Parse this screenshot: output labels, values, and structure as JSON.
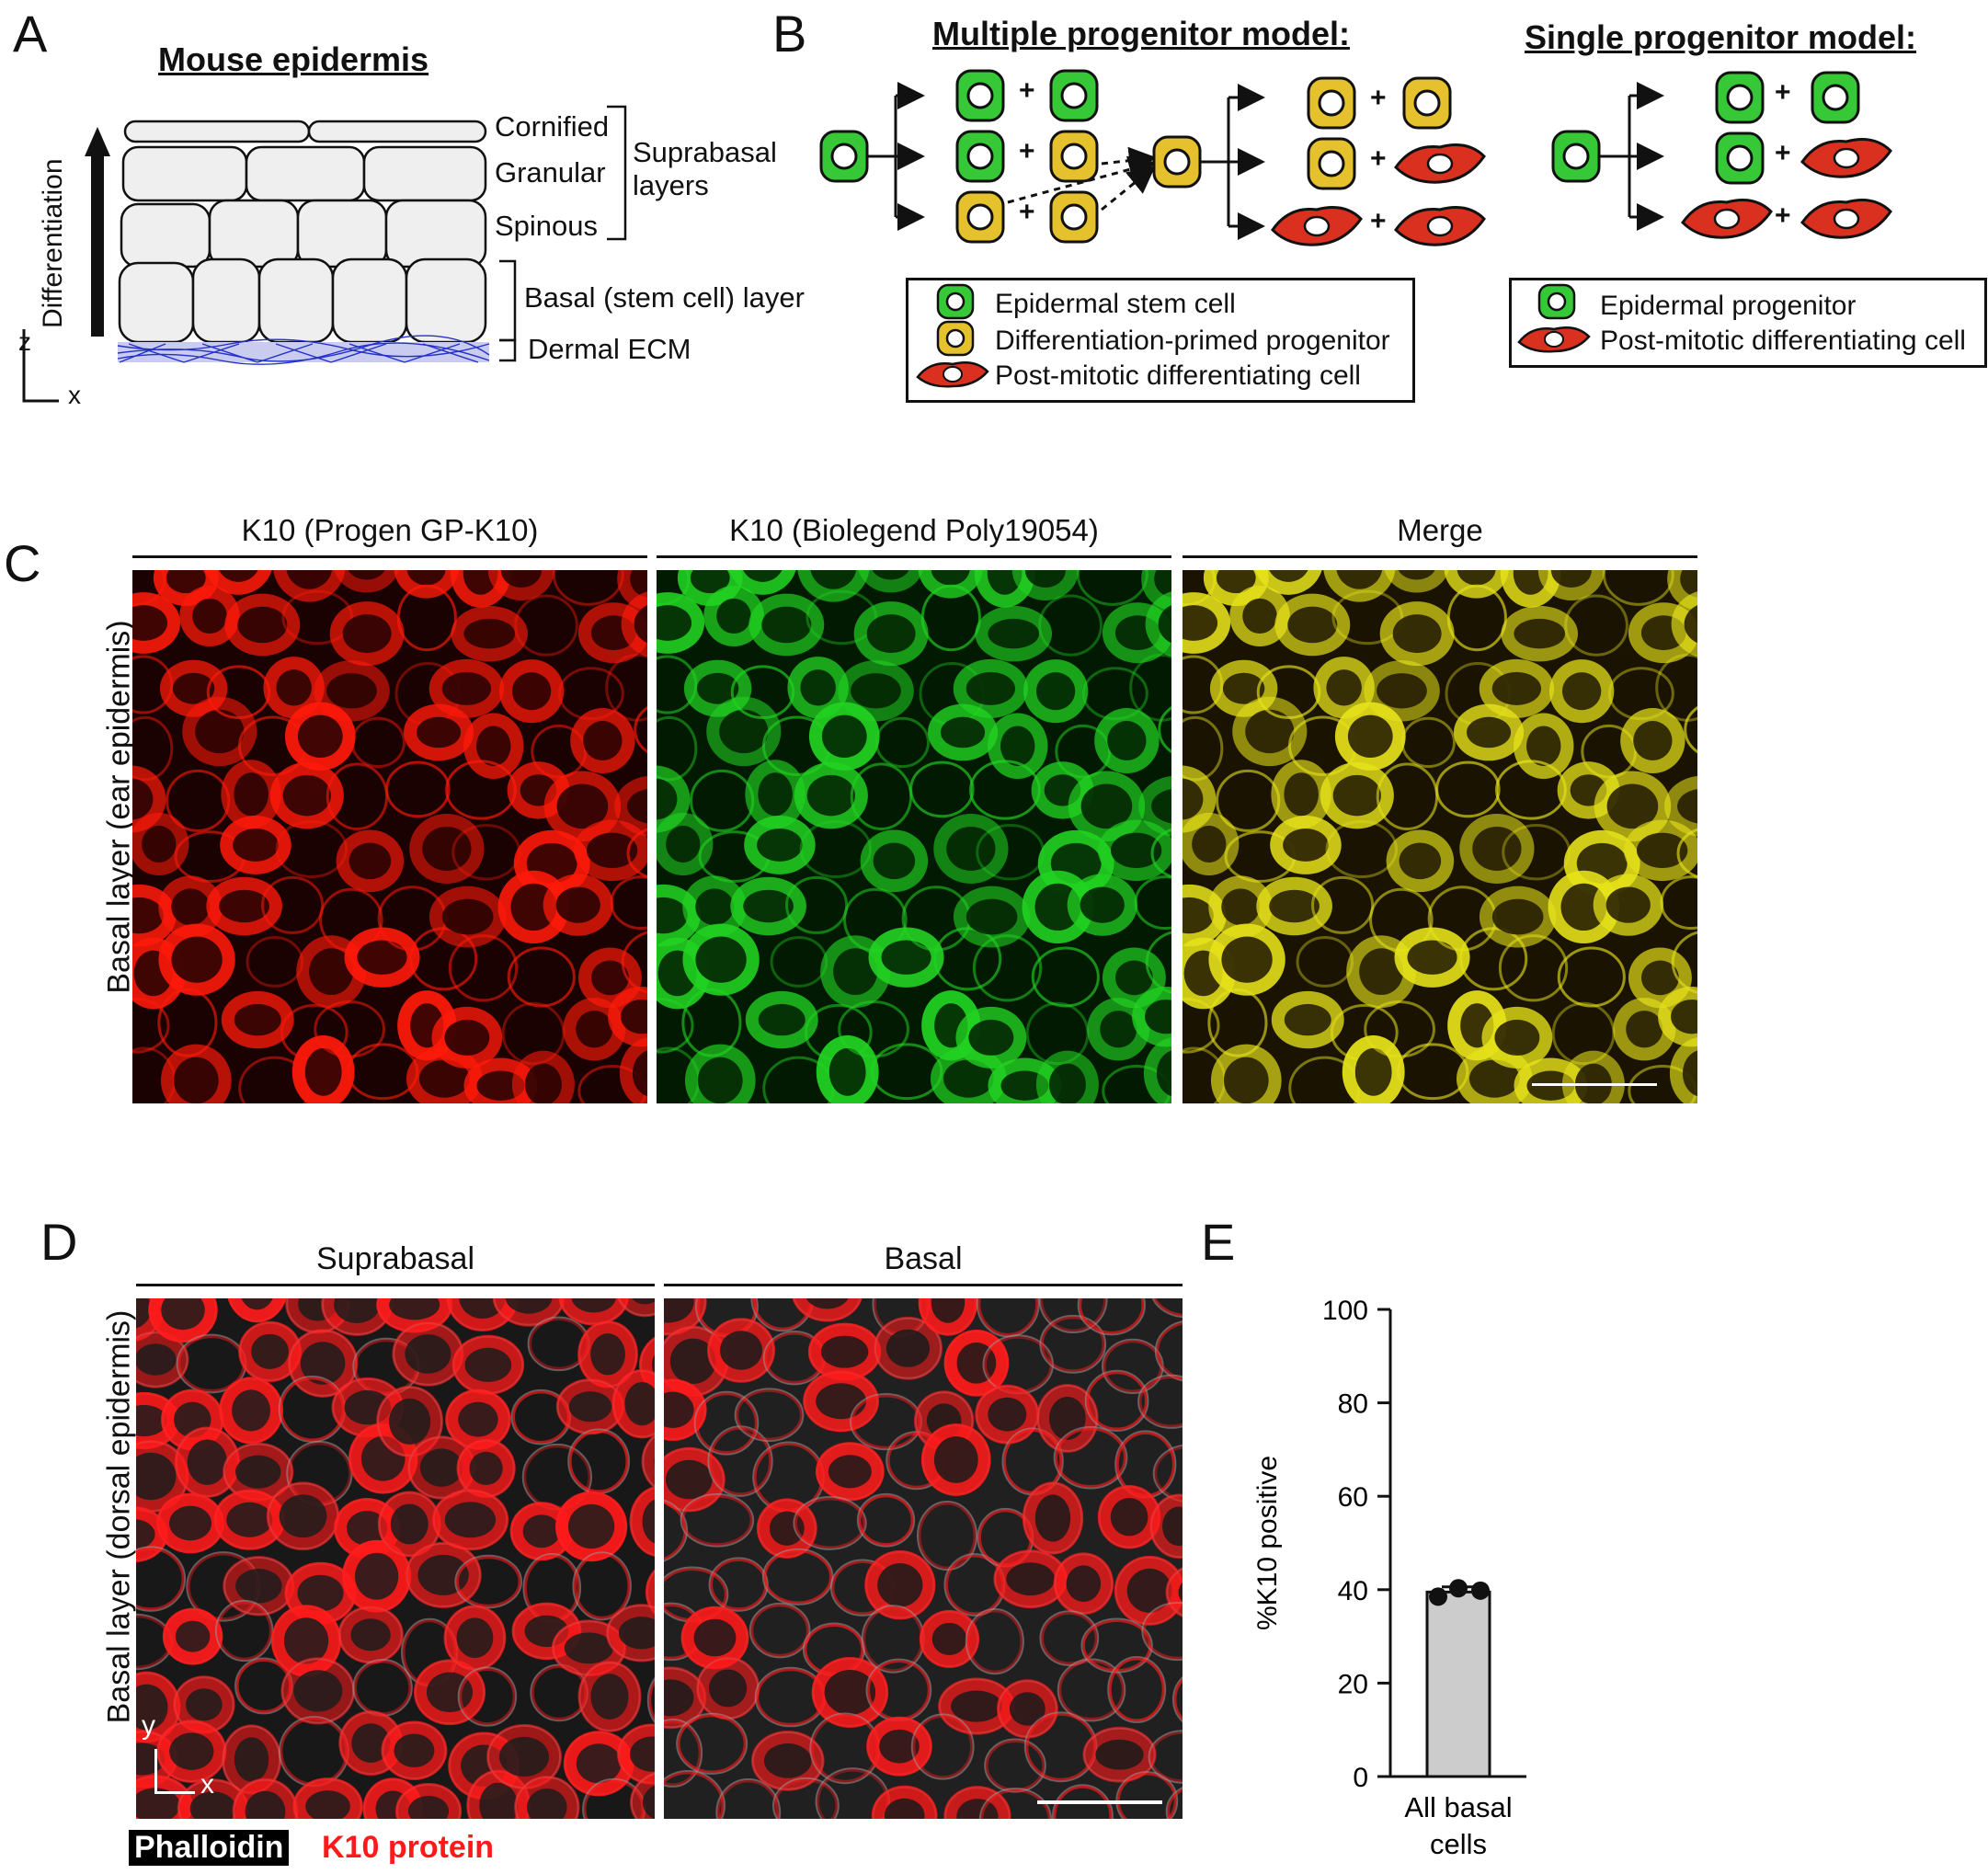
{
  "panels": {
    "a": "A",
    "b": "B",
    "c": "C",
    "d": "D",
    "e": "E"
  },
  "panelA": {
    "title": "Mouse epidermis",
    "arrow_label": "Differentiation",
    "layers": [
      "Cornified",
      "Granular",
      "Spinous"
    ],
    "suprabasal_1": "Suprabasal",
    "suprabasal_2": "layers",
    "basal": "Basal (stem cell) layer",
    "ecm": "Dermal ECM",
    "axis_z": "z",
    "axis_x": "x",
    "colors": {
      "cell_fill": "#efefef",
      "ecm": "#2430c8"
    }
  },
  "panelB": {
    "multi_title": "Multiple progenitor model:",
    "single_title": "Single progenitor model:",
    "plus": "+",
    "legend_multi": [
      "Epidermal stem cell",
      "Differentiation-primed progenitor",
      "Post-mitotic differentiating cell"
    ],
    "legend_single": [
      "Epidermal progenitor",
      "Post-mitotic differentiating cell"
    ],
    "colors": {
      "stem": "#37c837",
      "primed": "#e6c12e",
      "diff": "#d9301f"
    }
  },
  "panelC": {
    "side_label": "Basal layer (ear epidermis)",
    "headers": [
      "K10 (Progen GP-K10)",
      "K10 (Biolegend Poly19054)",
      "Merge"
    ],
    "colors": {
      "red": "#ff1a0a",
      "green": "#22d322",
      "merge": "#e6e21a"
    }
  },
  "panelD": {
    "side_label": "Basal layer (dorsal epidermis)",
    "headers": [
      "Suprabasal",
      "Basal"
    ],
    "axis_y": "y",
    "axis_x": "x",
    "legend_phalloidin": "Phalloidin",
    "legend_k10": "K10 protein",
    "colors": {
      "k10": "#ff1a1a"
    }
  },
  "chart_data": {
    "type": "bar",
    "categories": [
      "All basal\ncells"
    ],
    "category_lines": [
      "All basal",
      "cells"
    ],
    "values": [
      39.5
    ],
    "points": [
      38.5,
      40.3,
      39.8
    ],
    "ylabel": "%K10 positive",
    "ylim": [
      0,
      100
    ],
    "yticks": [
      0,
      20,
      40,
      60,
      80,
      100
    ],
    "bar_color": "#cccccc"
  }
}
